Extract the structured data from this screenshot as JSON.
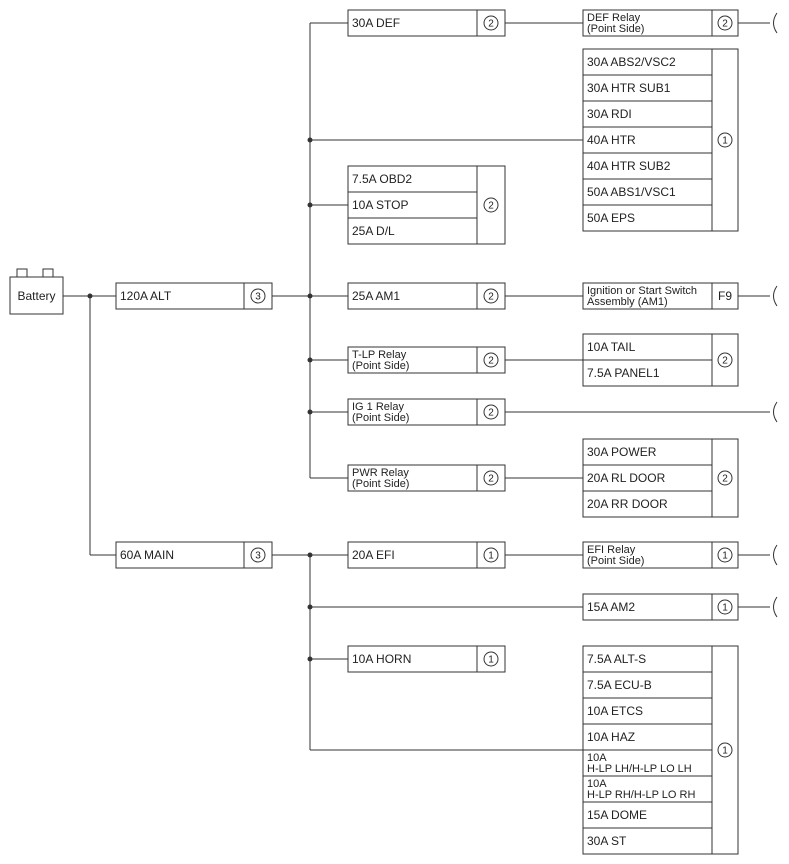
{
  "battery": {
    "label": "Battery"
  },
  "main_fuses": [
    {
      "id": "alt",
      "label": "120A ALT",
      "location": "3"
    },
    {
      "id": "main",
      "label": "60A MAIN",
      "location": "3"
    }
  ],
  "alt_branch": {
    "def": {
      "fuse": "30A DEF",
      "location": "2",
      "dest_line1": "DEF Relay",
      "dest_line2": "(Point Side)",
      "dest_location": "2"
    },
    "group_fuses": {
      "items": [
        "30A ABS2/VSC2",
        "30A HTR SUB1",
        "30A RDI",
        "40A HTR",
        "40A HTR SUB2",
        "50A ABS1/VSC1",
        "50A EPS"
      ],
      "location": "1"
    },
    "obd_group": {
      "items": [
        "7.5A OBD2",
        "10A STOP",
        "25A D/L"
      ],
      "location": "2"
    },
    "am1": {
      "fuse": "25A AM1",
      "location": "2",
      "dest_line1": "Ignition or Start Switch",
      "dest_line2": "Assembly (AM1)",
      "dest_location": "F9"
    },
    "tlp": {
      "line1": "T-LP Relay",
      "line2": "(Point Side)",
      "location": "2",
      "dest_items": [
        "10A TAIL",
        "7.5A PANEL1"
      ],
      "dest_location": "2"
    },
    "ig1": {
      "line1": "IG 1 Relay",
      "line2": "(Point Side)",
      "location": "2"
    },
    "pwr": {
      "line1": "PWR Relay",
      "line2": "(Point Side)",
      "location": "2",
      "dest_items": [
        "30A POWER",
        "20A RL DOOR",
        "20A RR DOOR"
      ],
      "dest_location": "2"
    }
  },
  "main_branch": {
    "efi": {
      "fuse": "20A EFI",
      "location": "1",
      "dest_line1": "EFI Relay",
      "dest_line2": "(Point Side)",
      "dest_location": "1"
    },
    "am2": {
      "fuse": "15A AM2",
      "location": "1"
    },
    "horn": {
      "fuse": "10A HORN",
      "location": "1"
    },
    "group_fuses": {
      "items": [
        {
          "line1": "7.5A ALT-S"
        },
        {
          "line1": "7.5A ECU-B"
        },
        {
          "line1": "10A ETCS"
        },
        {
          "line1": "10A HAZ"
        },
        {
          "line1": "10A",
          "line2": "H-LP LH/H-LP LO LH"
        },
        {
          "line1": "10A",
          "line2": "H-LP RH/H-LP LO RH"
        },
        {
          "line1": "15A DOME"
        },
        {
          "line1": "30A ST"
        }
      ],
      "location": "1"
    }
  }
}
